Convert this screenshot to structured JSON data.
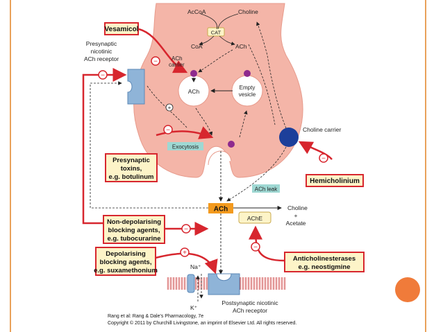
{
  "labels": {
    "acetyl_coa": "AcCoA",
    "choline_top": "Choline",
    "cat": "CAT",
    "coa": "CoA",
    "ach_top": "ACh",
    "ach_carrier_1": "ACh",
    "ach_carrier_2": "carrier",
    "vesicle_ach": "ACh",
    "empty_vesicle_1": "Empty",
    "empty_vesicle_2": "vesicle",
    "presynaptic_receptor_1": "Presynaptic",
    "presynaptic_receptor_2": "nicotinic",
    "presynaptic_receptor_3": "ACh receptor",
    "choline_carrier": "Choline carrier",
    "exocytosis": "Exocytosis",
    "ach_leak": "ACh leak",
    "ach_cleft": "ACh",
    "ache": "AChE",
    "choline_product": "Choline",
    "plus_sign": "+",
    "acetate": "Acetate",
    "na": "Na⁺",
    "k": "K⁺",
    "postsynaptic_1": "Postsynaptic nicotinic",
    "postsynaptic_2": "ACh receptor",
    "minus": "−",
    "plus": "+"
  },
  "boxes": {
    "vesamicol": "Vesamicol",
    "toxins_1": "Presynaptic",
    "toxins_2": "toxins,",
    "toxins_3": "e.g. botulinum",
    "hemicholinium": "Hemicholinium",
    "nondepol_1": "Non-depolarising",
    "nondepol_2": "blocking agents,",
    "nondepol_3": "e.g. tubocurarine",
    "depol_1": "Depolarising",
    "depol_2": "blocking agents,",
    "depol_3": "e.g. suxamethonium",
    "antichol_1": "Anticholinesterases",
    "antichol_2": "e.g. neostigmine"
  },
  "caption": {
    "line1": "Rang et al: Rang & Dale's Pharmacology, 7e",
    "line2": "Copyright © 2011 by Churchill Livingstone, an imprint of Elsevier Ltd. All rights reserved."
  },
  "colors": {
    "terminal": "#f4b5a8",
    "red": "#d7262e",
    "box_fill": "#fdf4c8",
    "receptor": "#8fb4d8",
    "carrier": "#1d3f9a",
    "purple": "#8e2a8e",
    "teal": "#9fd8d3",
    "orange": "#f39a1e",
    "accent": "#e9a15a"
  }
}
